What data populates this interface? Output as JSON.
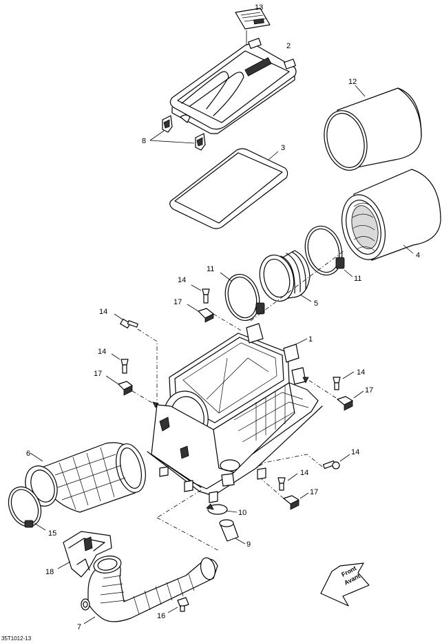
{
  "drawing_ref": "35T1012-13",
  "front_label": [
    "Front",
    "Avant"
  ],
  "callouts": [
    {
      "id": "c13",
      "text": "13"
    },
    {
      "id": "c2",
      "text": "2"
    },
    {
      "id": "c12",
      "text": "12"
    },
    {
      "id": "c8",
      "text": "8"
    },
    {
      "id": "c3",
      "text": "3"
    },
    {
      "id": "c4",
      "text": "4"
    },
    {
      "id": "c11a",
      "text": "11"
    },
    {
      "id": "c11b",
      "text": "11"
    },
    {
      "id": "c14a",
      "text": "14"
    },
    {
      "id": "c17a",
      "text": "17"
    },
    {
      "id": "c5",
      "text": "5"
    },
    {
      "id": "c14b",
      "text": "14"
    },
    {
      "id": "c1",
      "text": "1"
    },
    {
      "id": "c14c",
      "text": "14"
    },
    {
      "id": "c17b",
      "text": "17"
    },
    {
      "id": "c14d",
      "text": "14"
    },
    {
      "id": "c17c",
      "text": "17"
    },
    {
      "id": "c6",
      "text": "6"
    },
    {
      "id": "c14e",
      "text": "14"
    },
    {
      "id": "c14f",
      "text": "14"
    },
    {
      "id": "c17d",
      "text": "17"
    },
    {
      "id": "c10",
      "text": "10"
    },
    {
      "id": "c15",
      "text": "15"
    },
    {
      "id": "c9",
      "text": "9"
    },
    {
      "id": "c18",
      "text": "18"
    },
    {
      "id": "c16",
      "text": "16"
    },
    {
      "id": "c7",
      "text": "7"
    }
  ]
}
